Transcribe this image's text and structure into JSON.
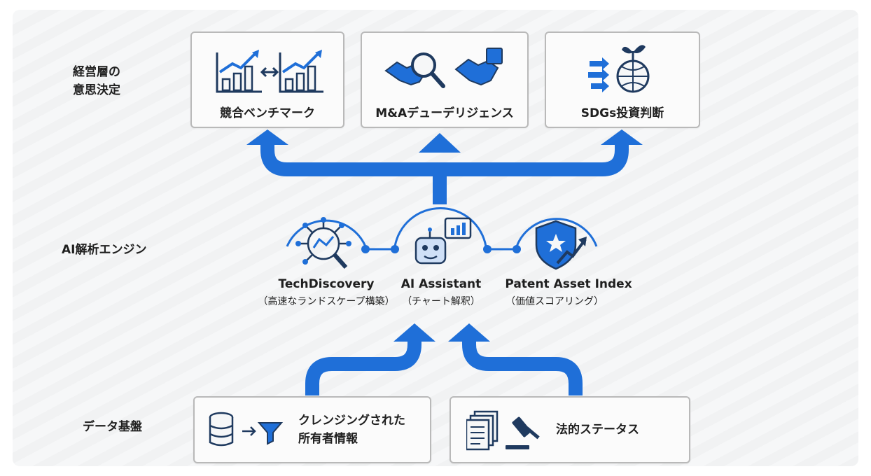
{
  "colors": {
    "blue": "#1f6fd8",
    "navy": "#1f3a5f",
    "box_border": "#b9b9b9"
  },
  "rows": {
    "executive": "経営層の\n意思決定",
    "engine": "AI解析エンジン",
    "data": "データ基盤"
  },
  "top_boxes": [
    {
      "label": "競合ベンチマーク",
      "icon": "trend-charts-compare-icon"
    },
    {
      "label": "M&Aデューデリジェンス",
      "icon": "handshake-magnifier-puzzle-icon"
    },
    {
      "label": "SDGs投資判断",
      "icon": "arrows-globe-sprout-icon"
    }
  ],
  "engines": [
    {
      "title": "TechDiscovery",
      "subtitle": "（高速なランドスケープ構築）",
      "icon": "network-magnifier-icon"
    },
    {
      "title": "AI Assistant",
      "subtitle": "（チャート解釈）",
      "icon": "robot-chart-icon"
    },
    {
      "title": "Patent Asset Index",
      "subtitle": "（価値スコアリング）",
      "icon": "shield-star-trend-icon"
    }
  ],
  "bottom_boxes": [
    {
      "label_line1": "クレンジングされた",
      "label_line2": "所有者情報",
      "icon": "database-filter-icon"
    },
    {
      "label": "法的ステータス",
      "icon": "documents-gavel-icon"
    }
  ]
}
